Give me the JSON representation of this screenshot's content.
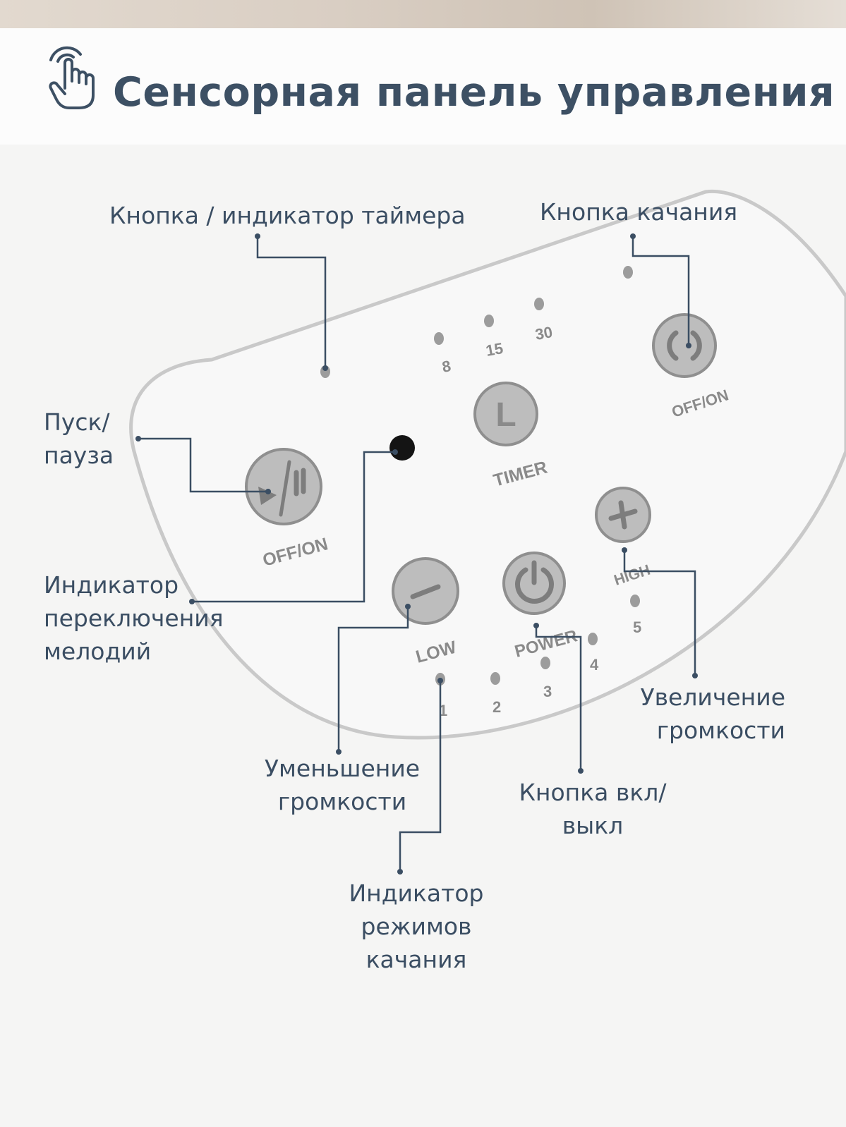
{
  "header": {
    "title": "Сенсорная панель управления",
    "icon": "touch-hand-icon"
  },
  "callouts": {
    "timer": "Кнопка / индикатор таймера",
    "swing": "Кнопка качания",
    "play_1": "Пуск/",
    "play_2": "пауза",
    "melody_1": "Индикатор",
    "melody_2": "переключения",
    "melody_3": "мелодий",
    "vol_down_1": "Уменьшение",
    "vol_down_2": "громкости",
    "vol_up_1": "Увеличение",
    "vol_up_2": "громкости",
    "power_1": "Кнопка вкл/",
    "power_2": "выкл",
    "modes_1": "Индикатор",
    "modes_2": "режимов",
    "modes_3": "качания"
  },
  "panel": {
    "timer_values": [
      "8",
      "15",
      "30"
    ],
    "timer_label": "TIMER",
    "timer_button": "L",
    "play_label": "OFF/ON",
    "swing_label": "OFF/ON",
    "low_label": "LOW",
    "power_label": "POWER",
    "high_label": "HIGH",
    "levels": [
      "1",
      "2",
      "3",
      "4",
      "5"
    ]
  },
  "colors": {
    "text": "#3b4e63",
    "button": "#b9b9b9"
  }
}
